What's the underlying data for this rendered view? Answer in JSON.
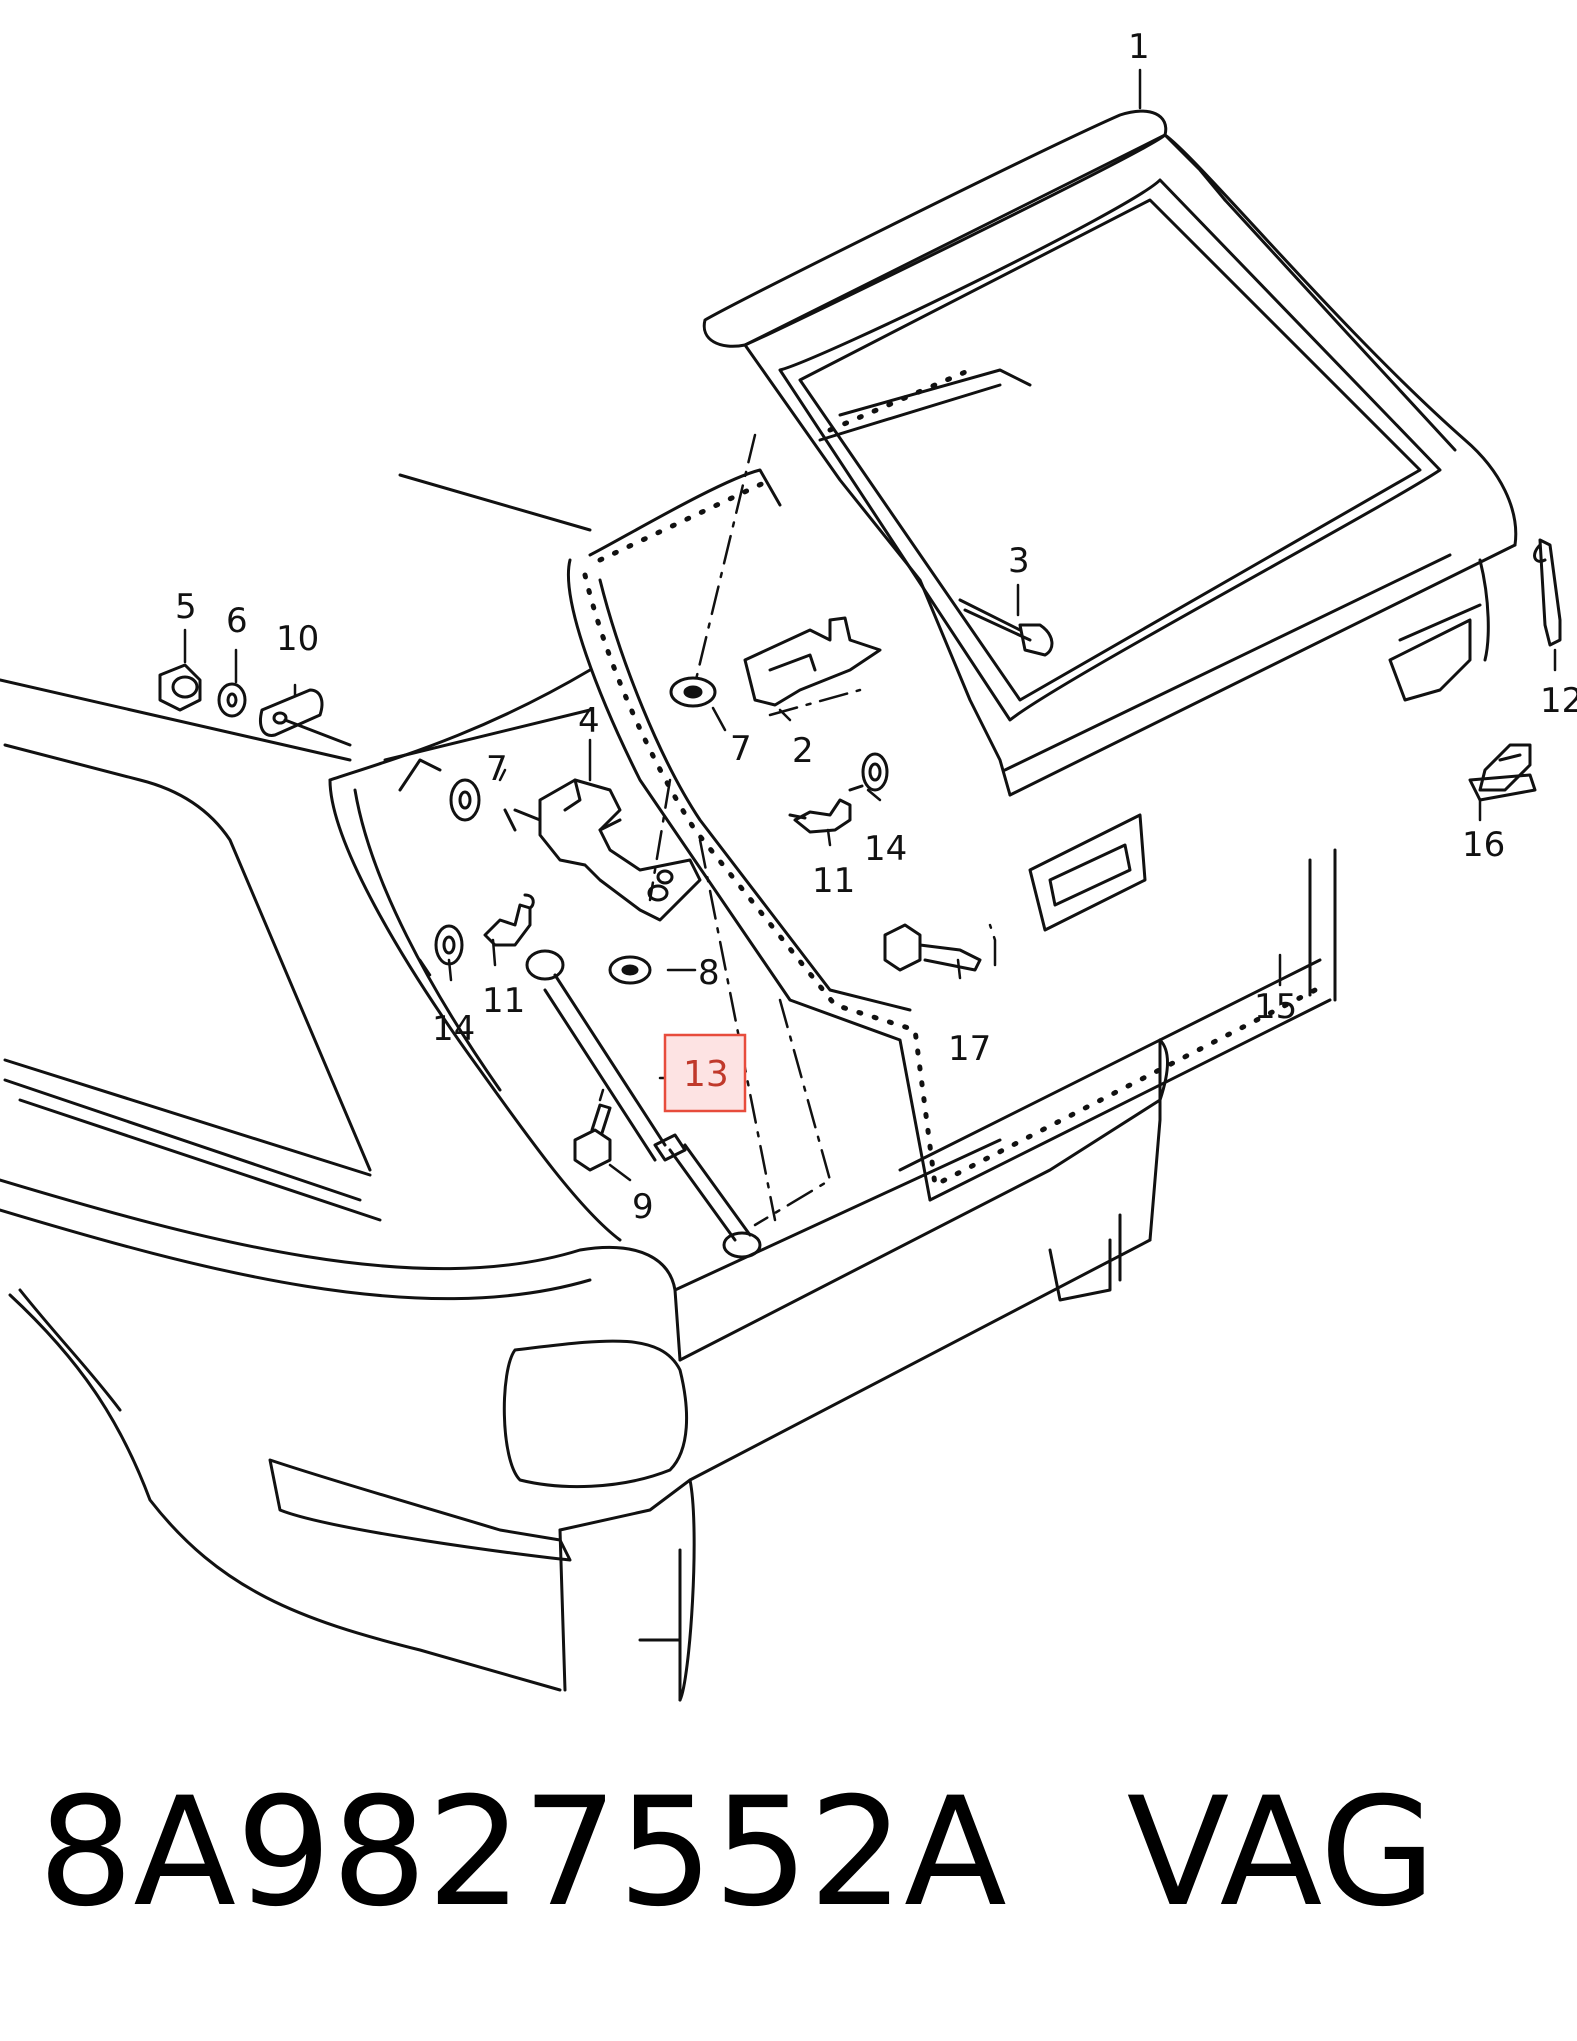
{
  "callouts": [
    {
      "id": "c1",
      "text": "1"
    },
    {
      "id": "c2",
      "text": "2"
    },
    {
      "id": "c3",
      "text": "3"
    },
    {
      "id": "c4",
      "text": "4"
    },
    {
      "id": "c5",
      "text": "5"
    },
    {
      "id": "c6",
      "text": "6"
    },
    {
      "id": "c7a",
      "text": "7"
    },
    {
      "id": "c7b",
      "text": "7"
    },
    {
      "id": "c8",
      "text": "8"
    },
    {
      "id": "c9",
      "text": "9"
    },
    {
      "id": "c10",
      "text": "10"
    },
    {
      "id": "c11a",
      "text": "11"
    },
    {
      "id": "c11b",
      "text": "11"
    },
    {
      "id": "c12",
      "text": "12"
    },
    {
      "id": "c13",
      "text": "13"
    },
    {
      "id": "c14a",
      "text": "14"
    },
    {
      "id": "c14b",
      "text": "14"
    },
    {
      "id": "c15",
      "text": "15"
    },
    {
      "id": "c16",
      "text": "16"
    },
    {
      "id": "c17",
      "text": "17"
    }
  ],
  "highlighted_callout": "13",
  "highlight_color": "#e74c3c",
  "highlight_fill": "#fde3e3",
  "caption": {
    "part_number": "8A9827552A",
    "brand": "VAG"
  }
}
